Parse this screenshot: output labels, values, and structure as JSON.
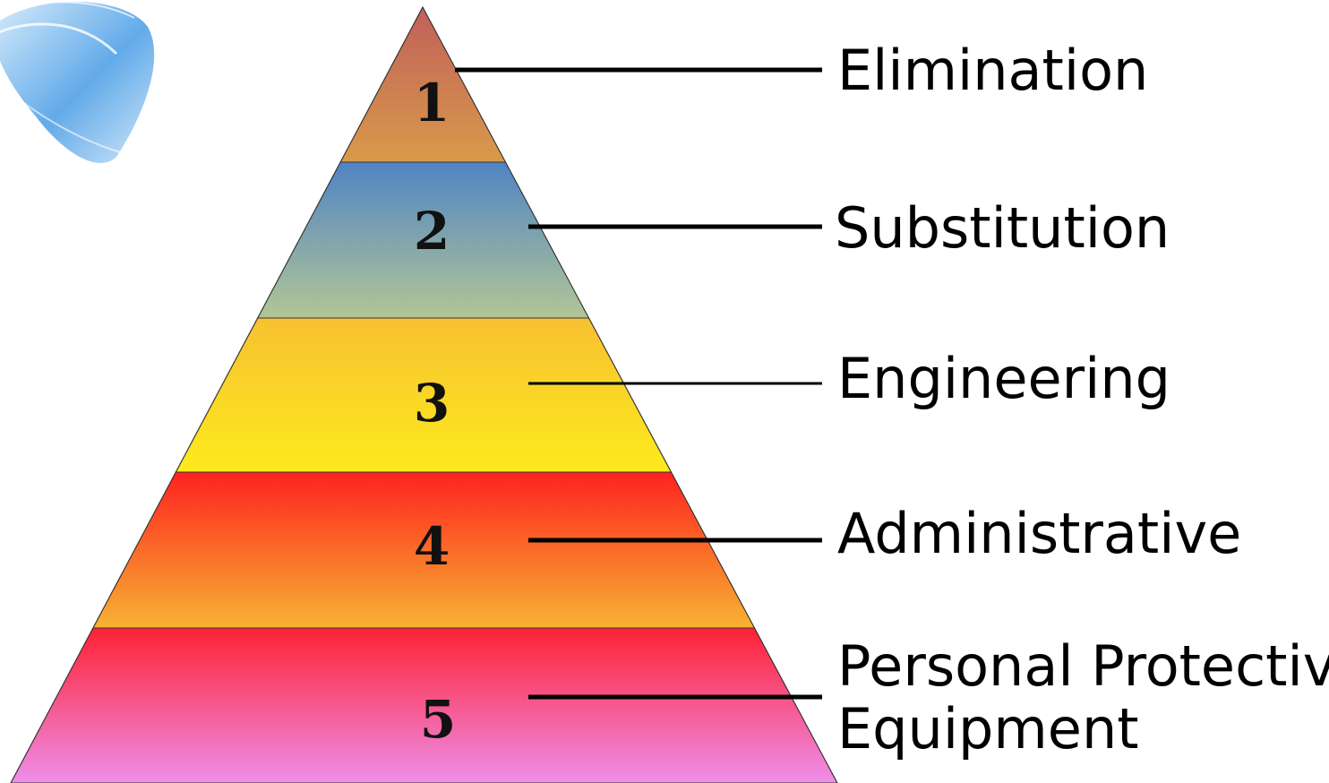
{
  "tiers": [
    {
      "number": "1",
      "label_lines": [
        "Elimination"
      ],
      "colors": [
        "#c0605a",
        "#d99a4a"
      ]
    },
    {
      "number": "2",
      "label_lines": [
        "Substitution"
      ],
      "colors": [
        "#4f84c4",
        "#b3c596"
      ]
    },
    {
      "number": "3",
      "label_lines": [
        "Engineering"
      ],
      "colors": [
        "#f7c131",
        "#fdea1d"
      ]
    },
    {
      "number": "4",
      "label_lines": [
        "Administrative"
      ],
      "colors": [
        "#fe221f",
        "#f7b333"
      ]
    },
    {
      "number": "5",
      "label_lines": [
        "Personal Protective",
        "Equipment"
      ],
      "colors": [
        "#fe2234",
        "#ee8eea"
      ]
    }
  ],
  "colors": {
    "outline": "#333333",
    "leader": "#000000",
    "swirl": "#5aa6e8"
  }
}
